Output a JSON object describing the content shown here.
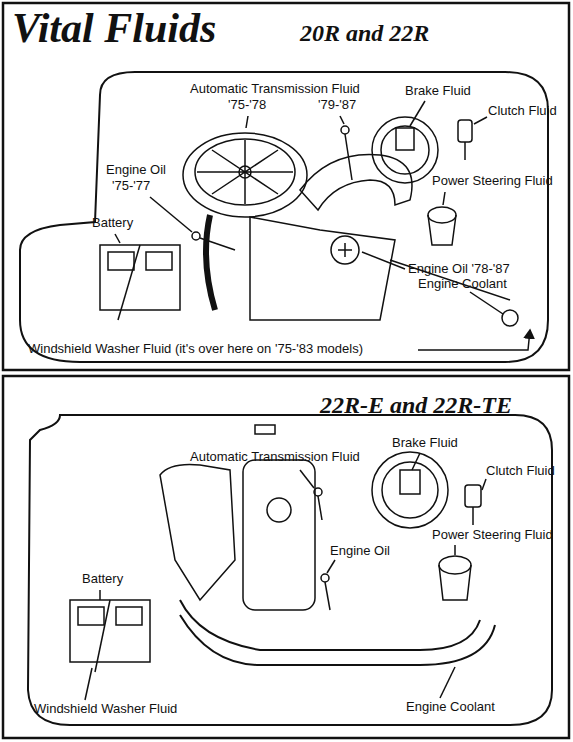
{
  "diagram": {
    "title": "Vital Fluids",
    "labels": [
      "20R and 22R",
      "Automatic Transmission Fluid",
      "'75-'78",
      "'79-'87",
      "Brake Fluid",
      "Clutch Fluid",
      "Engine Oil",
      "'75-'77",
      "Power Steering Fluid",
      "Battery",
      "Engine Oil '78-'87",
      "Engine Coolant",
      "Windshield Washer Fluid (it's over here on '75-'83 models)",
      "22R-E and 22R-TE",
      "Automatic Transmission Fluid",
      "Brake Fluid",
      "Clutch Fluid",
      "Power Steering Fluid",
      "Engine Oil",
      "Battery",
      "Windshield Washer Fluid",
      "Engine Coolant"
    ]
  }
}
